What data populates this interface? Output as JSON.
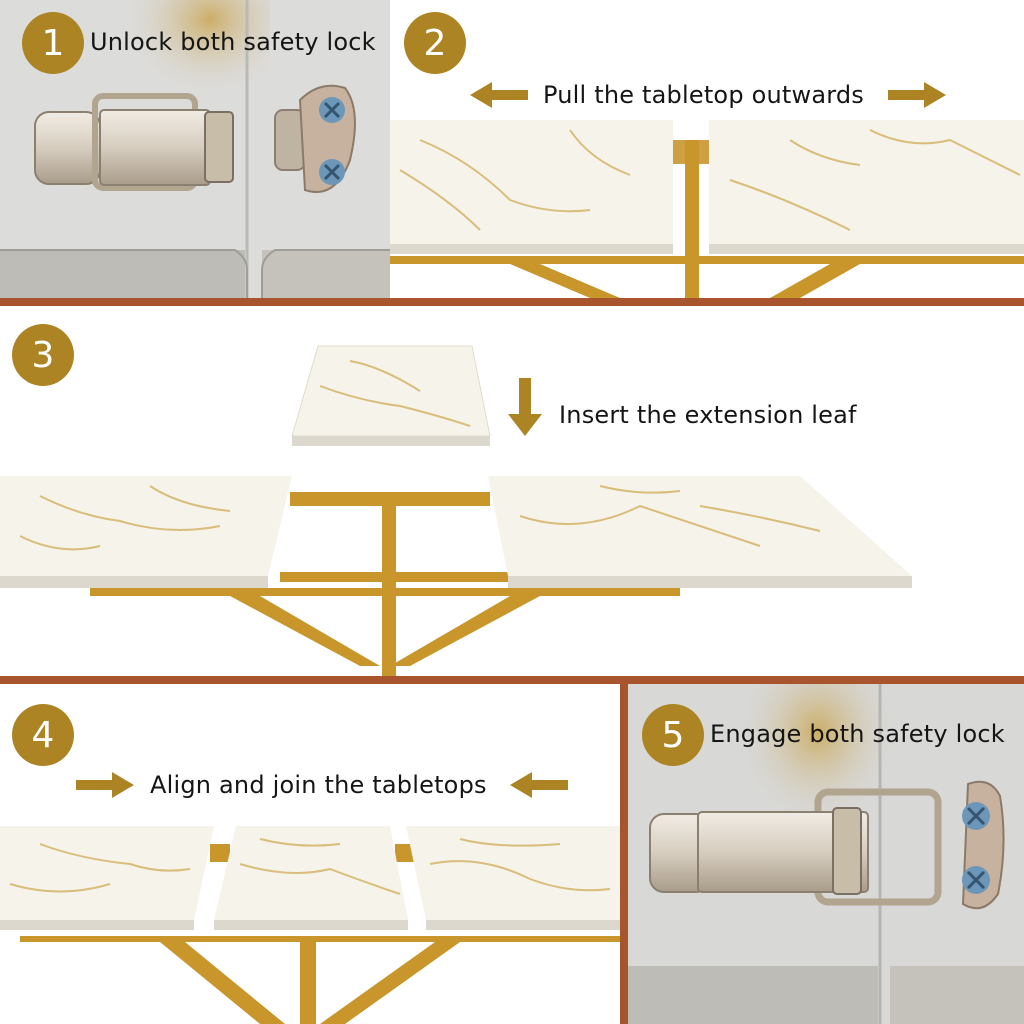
{
  "steps": [
    {
      "number": "1",
      "caption": "Unlock both safety lock"
    },
    {
      "number": "2",
      "caption": "Pull the tabletop outwards"
    },
    {
      "number": "3",
      "caption": "Insert the extension leaf"
    },
    {
      "number": "4",
      "caption": "Align and join the tabletops"
    },
    {
      "number": "5",
      "caption": "Engage both safety lock"
    }
  ],
  "colors": {
    "badge": "#ad8424",
    "divider": "#a8552e",
    "gold_frame": "#c9962c",
    "marble": "#f6f3ea",
    "marble_vein": "#d9bd7a"
  },
  "icons": [
    "arrow-left-icon",
    "arrow-right-icon",
    "arrow-down-icon",
    "latch-icon",
    "screw-icon"
  ]
}
